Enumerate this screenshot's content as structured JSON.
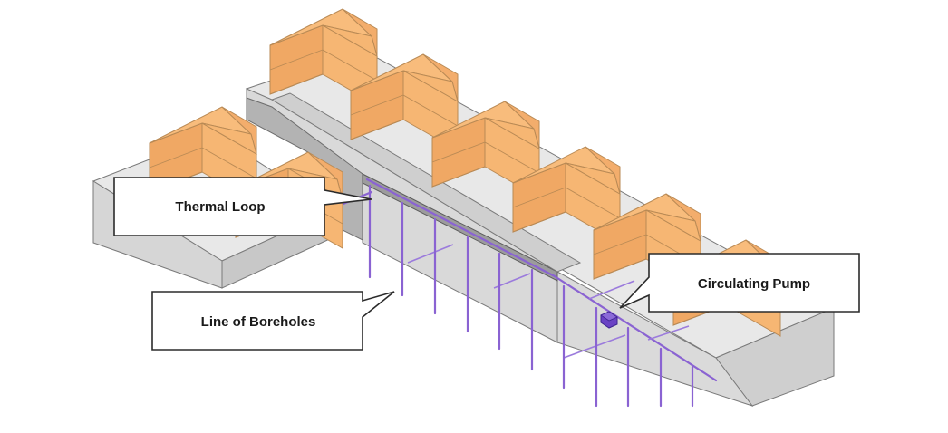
{
  "labels": {
    "thermal_loop": "Thermal Loop",
    "line_of_boreholes": "Line of Boreholes",
    "circulating_pump": "Circulating Pump"
  },
  "colors": {
    "house_front": "#f6b673",
    "house_side": "#f0a864",
    "house_roof": "#f8bc7c",
    "ground_top": "#e6e6e6",
    "ground_side": "#d2d2d2",
    "trench": "#b4b4b4",
    "pipe": "#8a63d2",
    "pump": "#6a42c4"
  },
  "icons": {
    "pump": "circulating-pump-icon"
  }
}
